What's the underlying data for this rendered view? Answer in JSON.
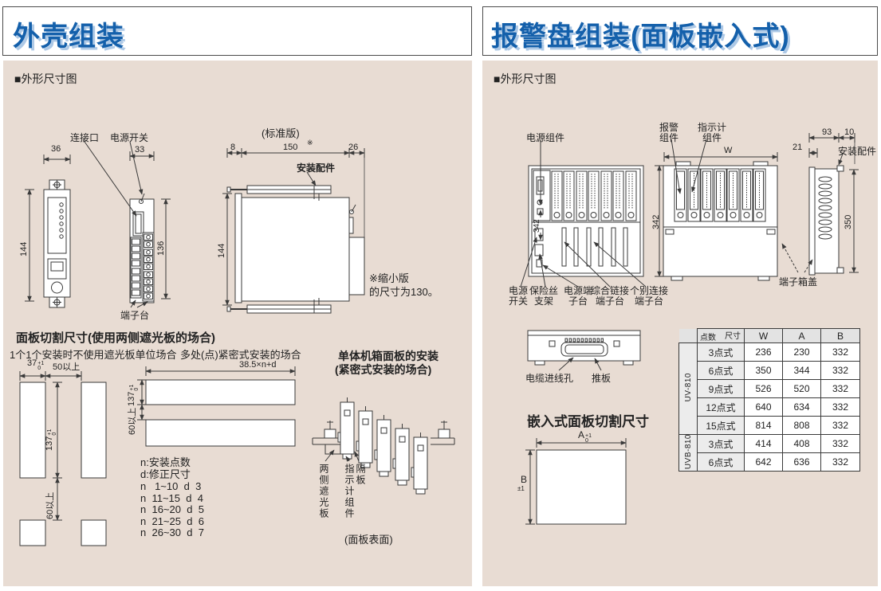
{
  "left": {
    "title": "外壳组装",
    "section": "■外形尺寸图",
    "front": {
      "w": "36",
      "h": "144"
    },
    "side": {
      "connector": "连接口",
      "power_switch": "电源开关",
      "w": "33",
      "h": "136",
      "terminal": "端子台"
    },
    "std": {
      "caption": "(标准版)",
      "d8": "8",
      "d150": "150",
      "mark": "※",
      "d26": "26",
      "h": "144",
      "mount": "安装配件",
      "note1": "※缩小版",
      "note2": "的尺寸为130。"
    },
    "cutout": {
      "heading": "面板切割尺寸(使用两侧遮光板的场合)",
      "sub_single": "1个1个安装时不使用遮光板单位场合",
      "sub_multi": "多处(点)紧密式安装的场合",
      "d37": "37",
      "tol_p": "+1",
      "tol_0": "0",
      "d50": "50以上",
      "d137": "137",
      "d60": "60以上",
      "formula": "38.5×n+d",
      "legend_n": "n:安装点数",
      "legend_d": "d:修正尺寸",
      "nd_rows": [
        {
          "n": "n",
          "range": "1~10",
          "d": "d",
          "val": "3"
        },
        {
          "n": "n",
          "range": "11~15",
          "d": "d",
          "val": "4"
        },
        {
          "n": "n",
          "range": "16~20",
          "d": "d",
          "val": "5"
        },
        {
          "n": "n",
          "range": "21~25",
          "d": "d",
          "val": "6"
        },
        {
          "n": "n",
          "range": "26~30",
          "d": "d",
          "val": "7"
        }
      ]
    },
    "single": {
      "h1": "单体机箱面板的安装",
      "h2": "(紧密式安装的场合)",
      "shade": "两侧遮光板",
      "indicator": "指示计组件",
      "divider": "隔板",
      "caption": "(面板表面)"
    }
  },
  "right": {
    "title": "报警盘组装(面板嵌入式)",
    "section": "■外形尺寸图",
    "rear": {
      "power_unit": "电源组件",
      "d342": "342",
      "lbl1a": "电源",
      "lbl1b": "开关",
      "lbl2a": "保险丝",
      "lbl2b": "支架",
      "lbl3a": "电源端",
      "lbl3b": "子台",
      "lbl4a": "综合链接",
      "lbl4b": "端子台",
      "lbl5a": "个别连接",
      "lbl5b": "端子台"
    },
    "front": {
      "alarm_a": "报警",
      "alarm_b": "组件",
      "ind_a": "指示计",
      "ind_b": "组件",
      "w": "W",
      "d342": "342"
    },
    "side": {
      "d93": "93",
      "d10": "10",
      "d21": "21",
      "d350": "350",
      "mount": "安装配件",
      "cover": "端子箱盖"
    },
    "top": {
      "cable": "电缆进线孔",
      "push": "推板"
    },
    "cutout": {
      "heading": "嵌入式面板切割尺寸",
      "a": "A",
      "a_tol_p": "+1",
      "a_tol_0": "0",
      "b": "B",
      "b_tol": "±1"
    },
    "table": {
      "corner_points": "点数",
      "corner_size": "尺寸",
      "col_w": "W",
      "col_a": "A",
      "col_b": "B",
      "model1": "UV-810",
      "model2": "UVB-810",
      "rows": [
        {
          "pts": "3点式",
          "w": "236",
          "a": "230",
          "b": "332"
        },
        {
          "pts": "6点式",
          "w": "350",
          "a": "344",
          "b": "332"
        },
        {
          "pts": "9点式",
          "w": "526",
          "a": "520",
          "b": "332"
        },
        {
          "pts": "12点式",
          "w": "640",
          "a": "634",
          "b": "332"
        },
        {
          "pts": "15点式",
          "w": "814",
          "a": "808",
          "b": "332"
        },
        {
          "pts": "3点式",
          "w": "414",
          "a": "408",
          "b": "332"
        },
        {
          "pts": "6点式",
          "w": "642",
          "a": "636",
          "b": "332"
        }
      ]
    }
  },
  "colors": {
    "accent_blue": "#1460ab",
    "panel_bg": "#e8dcd3",
    "line": "#3a3a3a"
  }
}
